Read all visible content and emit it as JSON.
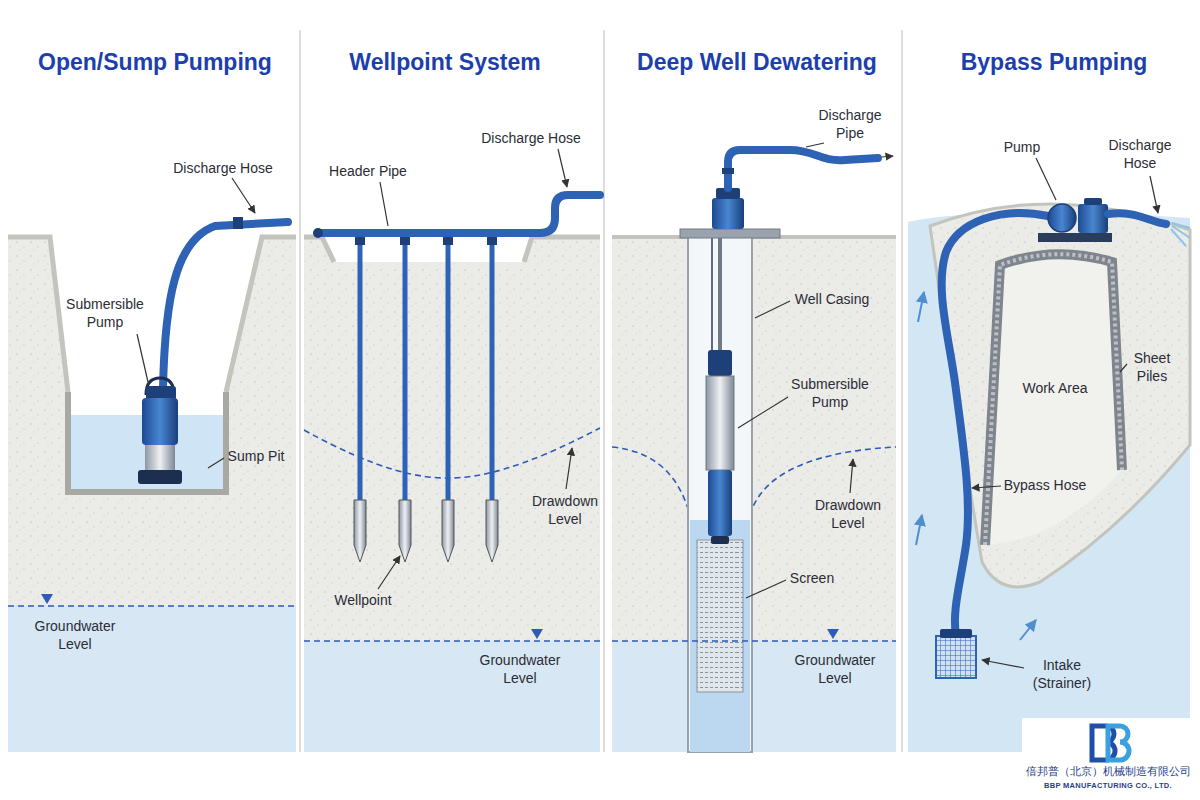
{
  "diagram": {
    "labels": [
      "Open/Sump Pumping",
      "Discharge Hose",
      "Submersible Pump",
      "Sump Pit",
      "Groundwater Level",
      "Wellpoint System",
      "Header Pipe",
      "Discharge Hose",
      "Drawdown Level",
      "Wellpoint",
      "Groundwater Level",
      "Deep Well Dewatering",
      "Discharge Pipe",
      "Well Casing",
      "Submersible Pump",
      "Drawdown Level",
      "Screen",
      "Groundwater Level",
      "Bypass Pumping",
      "Pump",
      "Discharge Hose",
      "Work Area",
      "Sheet Piles",
      "Bypass Hose",
      "Intake (Strainer)",
      "倍邦普（北京）机械制造有限公司",
      "BBP MANUFACTURING CO., LTD."
    ]
  }
}
